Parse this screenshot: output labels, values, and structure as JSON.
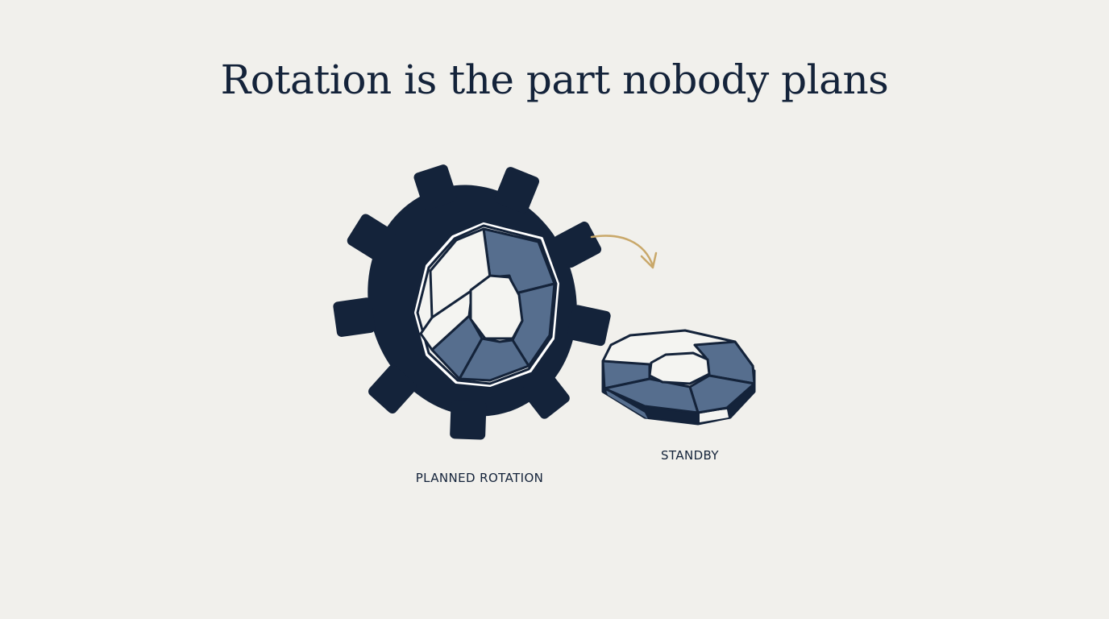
{
  "title": "Rotation is the part nobody plans",
  "labels": {
    "planned": "PLANNED ROTATION",
    "standby": "STANDBY"
  },
  "colors": {
    "background": "#f1f0ec",
    "gear": "#14233a",
    "segment_fill": "#566e8e",
    "segment_light": "#f4f4f1",
    "arrow": "#c9a86a",
    "text": "#14233a"
  },
  "icons": {
    "gear": "gear-icon",
    "ring_in_gear": "segmented-ring-icon",
    "standby_ring": "standby-ring-icon",
    "arrow": "curved-arrow-icon"
  }
}
